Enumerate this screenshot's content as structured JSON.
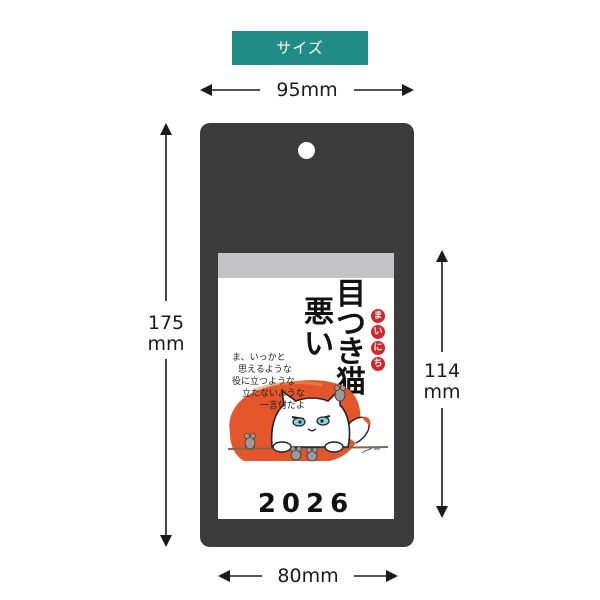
{
  "header": {
    "size_label": "サイズ"
  },
  "dimensions": {
    "total_width": "95mm",
    "total_height_value": "175",
    "total_height_unit": "mm",
    "calendar_height_value": "114",
    "calendar_height_unit": "mm",
    "calendar_width": "80mm"
  },
  "calendar": {
    "title_chars": [
      "悪",
      "い",
      "目",
      "つ",
      "き",
      "猫"
    ],
    "daily_badges": [
      "ま",
      "い",
      "に",
      "ち"
    ],
    "phrase_lines": [
      "ま、いっかと",
      "思えるような",
      "役に立つような",
      "立たないような",
      "一言付だよ"
    ],
    "year": "2026"
  },
  "colors": {
    "header_tag": "#1f8c86",
    "package": "#3b3b3b",
    "calendar_strip": "#c4c4c6",
    "badge": "#d7242a",
    "splash": "#e4552a"
  }
}
